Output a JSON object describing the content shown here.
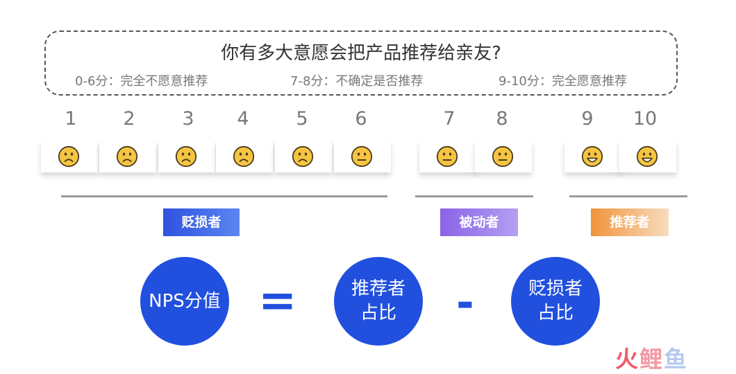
{
  "question": "你有多大意愿会把产品推荐给亲友?",
  "legend": [
    "0-6分：完全不愿意推荐",
    "7-8分：不确定是否推荐",
    "9-10分：完全愿意推荐"
  ],
  "scale": [
    {
      "score": "1",
      "face": "sad"
    },
    {
      "score": "2",
      "face": "sad"
    },
    {
      "score": "3",
      "face": "sad"
    },
    {
      "score": "4",
      "face": "sad"
    },
    {
      "score": "5",
      "face": "sad"
    },
    {
      "score": "6",
      "face": "neutral"
    },
    {
      "score": "7",
      "face": "neutral"
    },
    {
      "score": "8",
      "face": "neutral"
    },
    {
      "score": "9",
      "face": "happy"
    },
    {
      "score": "10",
      "face": "happy"
    }
  ],
  "categories": {
    "detractor": "贬损者",
    "passive": "被动者",
    "promoter": "推荐者"
  },
  "colors": {
    "primary_blue": "#2150df",
    "detractor": "#3a5ee6",
    "passive": "#9475e8",
    "promoter": "#f0943c",
    "face_fill": "#f5c542",
    "face_stroke": "#4a3a1e"
  },
  "formula": {
    "result": "NPS分值",
    "equals": "=",
    "term1": [
      "推荐者",
      "占比"
    ],
    "minus": "-",
    "term2": [
      "贬损者",
      "占比"
    ]
  },
  "watermark": [
    "火",
    "鲤",
    "鱼"
  ]
}
